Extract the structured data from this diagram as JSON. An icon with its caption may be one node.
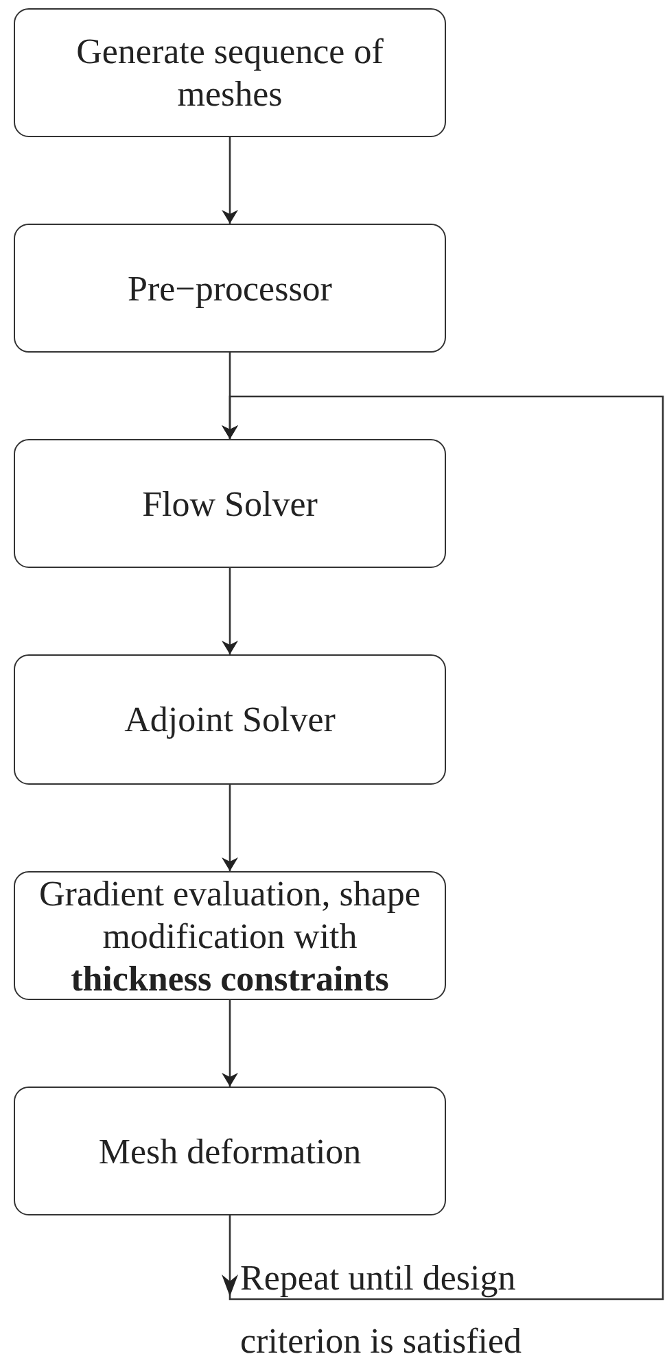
{
  "diagram": {
    "nodes": [
      {
        "text": [
          "Generate sequence of meshes"
        ]
      },
      {
        "text": [
          "Pre−processor"
        ]
      },
      {
        "text": [
          "Flow Solver"
        ]
      },
      {
        "text": [
          "Adjoint Solver"
        ]
      },
      {
        "text": [
          "Gradient evaluation, shape modification with **thickness constraints**"
        ]
      },
      {
        "text": [
          "Mesh deformation"
        ]
      }
    ],
    "edges": [
      {
        "from": 0,
        "to": 1,
        "arrow": "to"
      },
      {
        "from": 1,
        "to": 2,
        "arrow": "to"
      },
      {
        "from": 2,
        "to": 3,
        "arrow": "to"
      },
      {
        "from": 3,
        "to": 4,
        "arrow": "to"
      },
      {
        "from": 4,
        "to": 5,
        "arrow": "to"
      },
      {
        "from": 5,
        "to": 2,
        "arrow": "to",
        "label": "Repeat until design criterion is satisfied"
      }
    ]
  }
}
